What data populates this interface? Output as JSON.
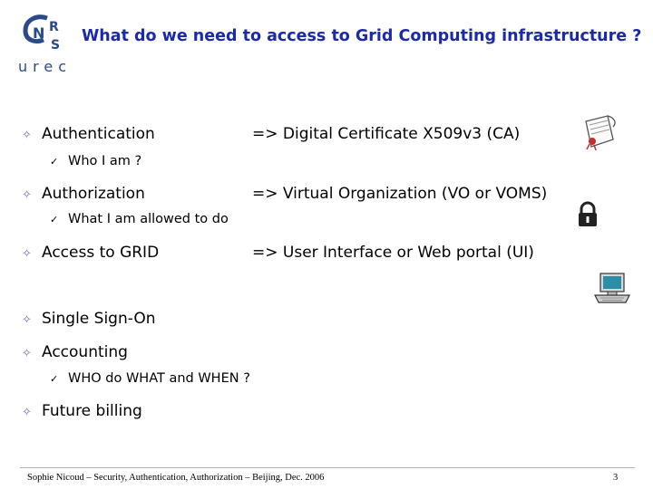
{
  "header": {
    "title": "What do we need to access to Grid Computing infrastructure ?",
    "logo_top": "CNRS",
    "logo_bottom": "urec"
  },
  "bullets": [
    {
      "label": "Authentication",
      "detail": "=> Digital Certificate X509v3 (CA)",
      "sub": "Who I am ?"
    },
    {
      "label": "Authorization",
      "detail": "=> Virtual Organization (VO or VOMS)",
      "sub": "What I am allowed to do"
    },
    {
      "label": "Access to GRID",
      "detail": "=> User Interface or Web portal (UI)"
    },
    {
      "label": "Single Sign-On"
    },
    {
      "label": "Accounting",
      "sub": "WHO do WHAT and WHEN ?"
    },
    {
      "label": "Future billing"
    }
  ],
  "icons": [
    "certificate-icon",
    "padlock-icon",
    "computer-icon"
  ],
  "footer": {
    "text": "Sophie Nicoud – Security, Authentication, Authorization – Beijing, Dec. 2006",
    "page": "3"
  },
  "colors": {
    "title": "#1a2aa8",
    "bullet": "#6a6ab0"
  }
}
